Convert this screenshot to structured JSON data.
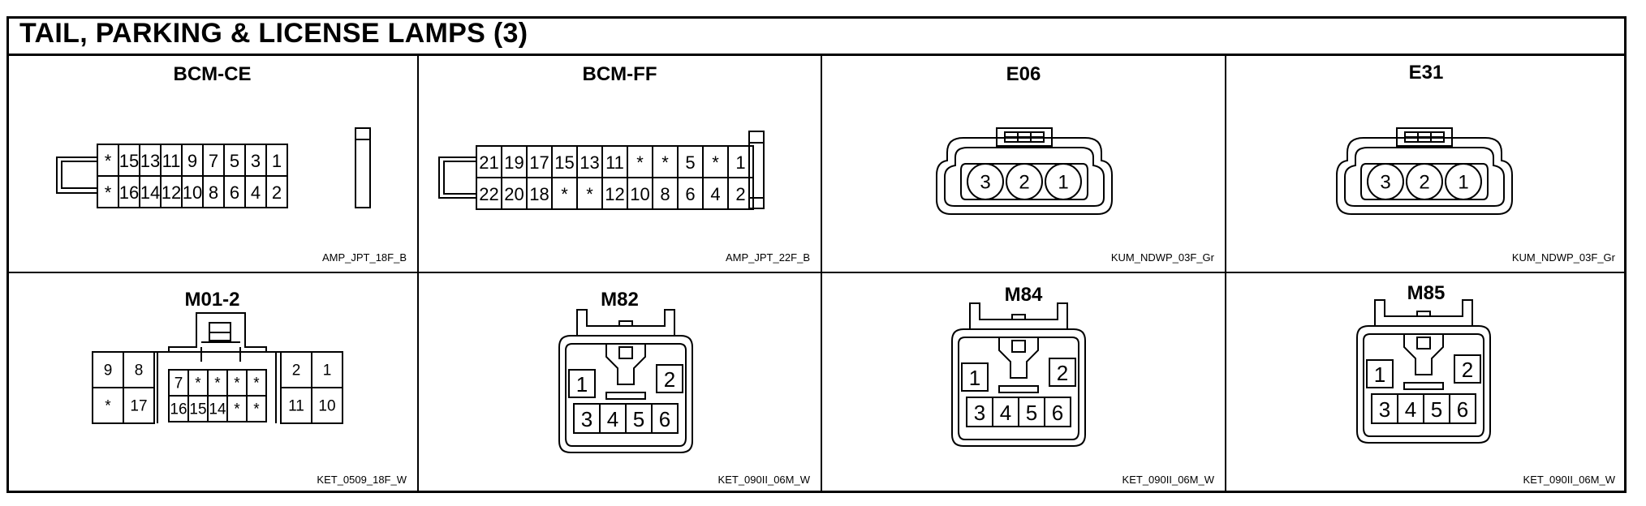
{
  "title": "TAIL, PARKING & LICENSE LAMPS (3)",
  "connectors": [
    {
      "name": "BCM-CE",
      "part": "AMP_JPT_18F_B",
      "pins_top": [
        "*",
        "15",
        "13",
        "11",
        "9",
        "7",
        "5",
        "3",
        "1"
      ],
      "pins_bottom": [
        "*",
        "16",
        "14",
        "12",
        "10",
        "8",
        "6",
        "4",
        "2"
      ]
    },
    {
      "name": "BCM-FF",
      "part": "AMP_JPT_22F_B",
      "pins_top": [
        "21",
        "19",
        "17",
        "15",
        "13",
        "11",
        "*",
        "*",
        "5",
        "*",
        "1"
      ],
      "pins_bottom": [
        "22",
        "20",
        "18",
        "*",
        "*",
        "12",
        "10",
        "8",
        "6",
        "4",
        "2"
      ]
    },
    {
      "name": "E06",
      "part": "KUM_NDWP_03F_Gr",
      "pins": [
        "3",
        "2",
        "1"
      ]
    },
    {
      "name": "E31",
      "part": "KUM_NDWP_03F_Gr",
      "pins": [
        "3",
        "2",
        "1"
      ]
    },
    {
      "name": "M01-2",
      "part": "KET_0509_18F_W",
      "left_top": [
        "9",
        "8"
      ],
      "left_bottom": [
        "*",
        "17"
      ],
      "mid_top": [
        "7",
        "*",
        "*",
        "*",
        "*"
      ],
      "mid_bottom": [
        "16",
        "15",
        "14",
        "*",
        "*"
      ],
      "right_top": [
        "2",
        "1"
      ],
      "right_bottom": [
        "11",
        "10"
      ]
    },
    {
      "name": "M82",
      "part": "KET_090II_06M_W",
      "pins_top": [
        "1",
        "2"
      ],
      "pins_bottom": [
        "3",
        "4",
        "5",
        "6"
      ]
    },
    {
      "name": "M84",
      "part": "KET_090II_06M_W",
      "pins_top": [
        "1",
        "2"
      ],
      "pins_bottom": [
        "3",
        "4",
        "5",
        "6"
      ]
    },
    {
      "name": "M85",
      "part": "KET_090II_06M_W",
      "pins_top": [
        "1",
        "2"
      ],
      "pins_bottom": [
        "3",
        "4",
        "5",
        "6"
      ]
    }
  ]
}
